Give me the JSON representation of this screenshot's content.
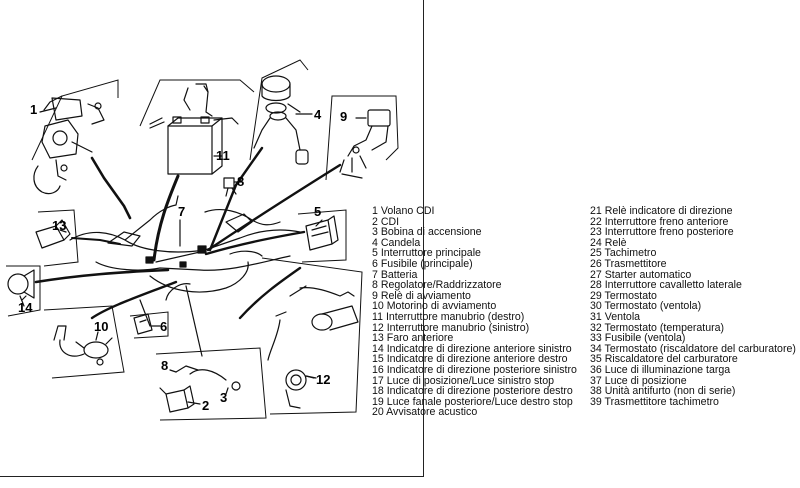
{
  "callouts": {
    "c1": "1",
    "c2": "2",
    "c3": "3",
    "c4": "4",
    "c5": "5",
    "c6": "6",
    "c7": "7",
    "c8a": "8",
    "c8b": "8",
    "c9": "9",
    "c10": "10",
    "c11": "11",
    "c12": "12",
    "c13": "13",
    "c14": "14"
  },
  "legend_left": [
    "1 Volano CDI",
    "2 CDI",
    "3 Bobina di accensione",
    "4 Candela",
    "5 Interruttore principale",
    "6 Fusibile (principale)",
    "7 Batteria",
    "8 Regolatore/Raddrizzatore",
    "9 Relè di avviamento",
    "10 Motorino di avviamento",
    "11 Interruttore  manubrio (destro)",
    "12 Interruttore manubrio (sinistro)",
    "13 Faro anteriore",
    "14 Indicatore di direzione anteriore sinistro",
    "15 Indicatore di direzione anteriore destro",
    "16 Indicatore di direzione posteriore sinistro",
    "17 Luce di posizione/Luce sinistro stop",
    "18 Indicatore di direzione posteriore destro",
    "19 Luce fanale posteriore/Luce destro stop",
    "20 Avvisatore acustico"
  ],
  "legend_right": [
    "21 Relè indicatore di direzione",
    "22 Interruttore freno anteriore",
    "23 Interruttore freno posteriore",
    "24 Relè",
    "25 Tachimetro",
    "26 Trasmettitore",
    "27 Starter automatico",
    "28 Interruttore cavalletto laterale",
    "29 Termostato",
    "30   Termostato (ventola)",
    "31 Ventola",
    "32 Termostato (temperatura)",
    "33 Fusibile (ventola)",
    "34 Termostato (riscaldatore del carburatore)",
    "35 Riscaldatore del carburatore",
    "36 Luce di illuminazione targa",
    "37 Luce di posizione",
    "38 Unità antifurto (non di serie)",
    "39 Trasmettitore tachimetro"
  ]
}
